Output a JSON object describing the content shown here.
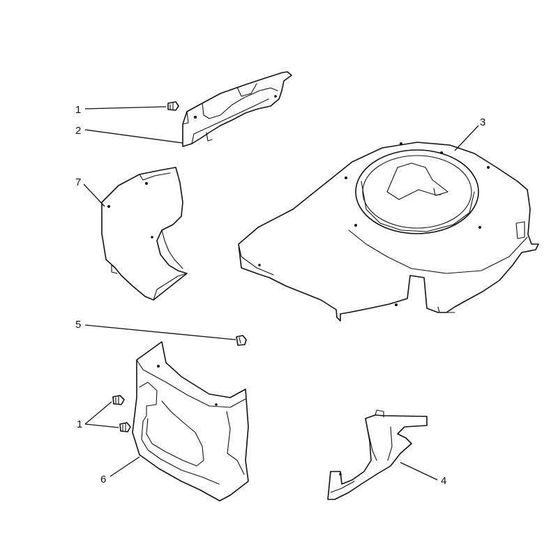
{
  "callouts": {
    "c1a": "1",
    "c2": "2",
    "c3": "3",
    "c7": "7",
    "c5": "5",
    "c1b": "1",
    "c6": "6",
    "c4": "4"
  }
}
